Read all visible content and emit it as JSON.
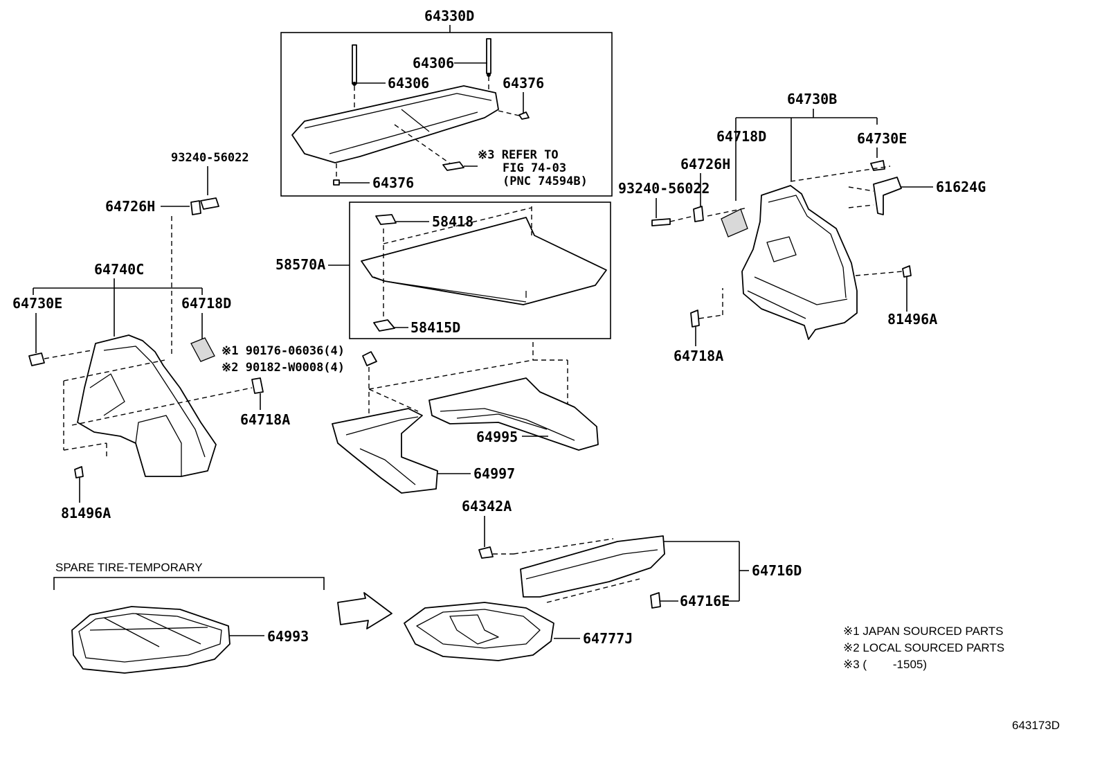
{
  "parts": {
    "p64330D": "64330D",
    "p64306_top": "64306",
    "p64306_mid": "64306",
    "p64376_r": "64376",
    "p64376_l": "64376",
    "refer_note_1": "※3 REFER TO",
    "refer_note_2": "FIG 74-03",
    "refer_note_3": "(PNC 74594B)",
    "p58418": "58418",
    "p58570A": "58570A",
    "p58415D": "58415D",
    "p64730B": "64730B",
    "p64718D_r": "64718D",
    "p64730E_r": "64730E",
    "p64726H_r": "64726H",
    "p93240_r": "93240-56022",
    "p61624G": "61624G",
    "p81496A_r": "81496A",
    "p64718A_r": "64718A",
    "p93240_l": "93240-56022",
    "p64726H_l": "64726H",
    "p64740C": "64740C",
    "p64730E_l": "64730E",
    "p64718D_l": "64718D",
    "p90176": "※1 90176-06036(4)",
    "p90182": "※2 90182-W0008(4)",
    "p64718A_l": "64718A",
    "p81496A_l": "81496A",
    "p64995": "64995",
    "p64997": "64997",
    "p64342A": "64342A",
    "p64716D": "64716D",
    "p64716E": "64716E",
    "spare_tire": "SPARE TIRE-TEMPORARY",
    "p64993": "64993",
    "p64777J": "64777J"
  },
  "legend": {
    "note1": "※1 JAPAN SOURCED PARTS",
    "note2": "※2 LOCAL SOURCED PARTS",
    "note3": "※3 (        -1505)"
  },
  "figure_id": "643173D"
}
